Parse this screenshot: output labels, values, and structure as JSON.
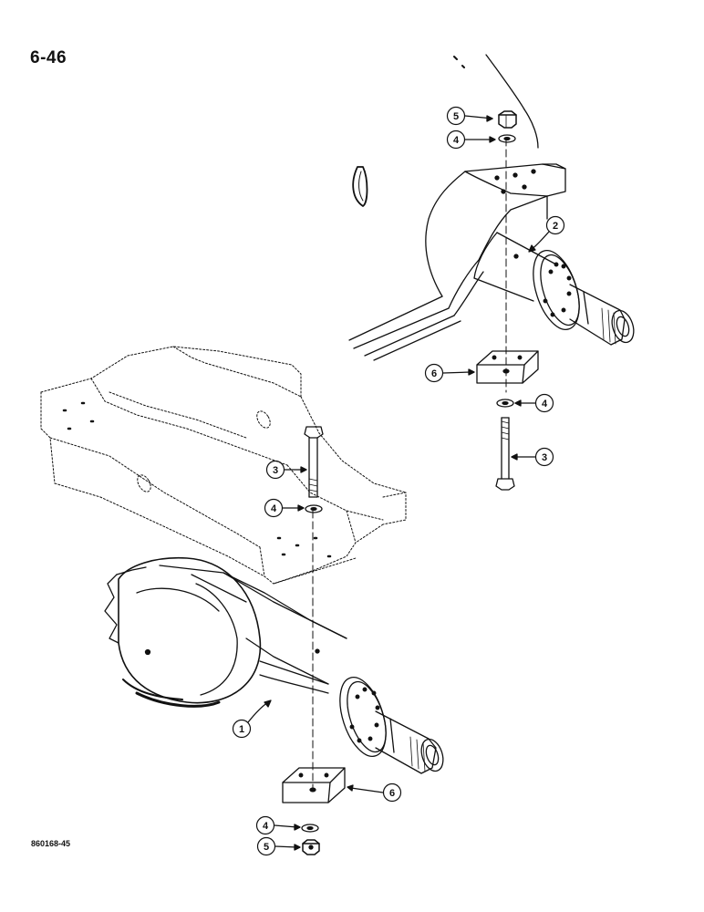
{
  "page": {
    "number": "6-46",
    "figure_code": "860168-45"
  },
  "callouts": {
    "1": "1",
    "2": "2",
    "3": "3",
    "4": "4",
    "5": "5",
    "6": "6"
  },
  "colors": {
    "ink": "#111111",
    "paper": "#ffffff"
  }
}
